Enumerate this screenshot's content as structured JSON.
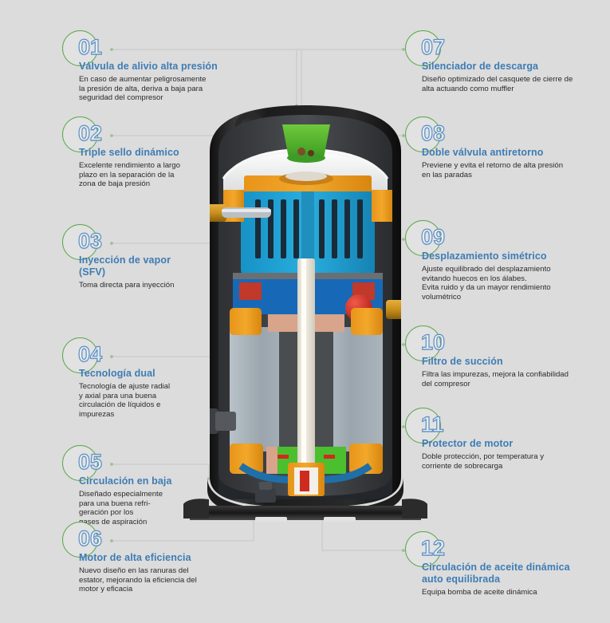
{
  "page": {
    "background_color": "#dcdcdc",
    "accent_title_color": "#3e7cb4",
    "badge_ring_color": "#5aa84a",
    "number_outline_color": "#5b8fc4",
    "leader_line_color": "#c3c3c3"
  },
  "product": {
    "name": "scroll-compressor-cutaway",
    "description": "Corte seccional de compresor scroll"
  },
  "callouts": [
    {
      "number": "01",
      "title": "Válvula de alivio alta presión",
      "body": "En caso de aumentar peligrosamente\nla presión de alta, deriva a baja para\nseguridad del compresor",
      "side": "left"
    },
    {
      "number": "02",
      "title": "Triple sello dinámico",
      "body": "Excelente rendimiento a largo\nplazo en la separación de la\nzona de baja presión",
      "side": "left"
    },
    {
      "number": "03",
      "title": "Inyección de vapor\n(SFV)",
      "body": "Toma directa para inyección",
      "side": "left"
    },
    {
      "number": "04",
      "title": "Tecnología dual",
      "body": "Tecnología de ajuste radial\ny axial para una buena\ncirculación de líquidos e\nimpurezas",
      "side": "left"
    },
    {
      "number": "05",
      "title": "Circulación en baja",
      "body": "Diseñado especialmente\npara una buena refri-\ngeración por los\ngases de aspiración",
      "side": "left"
    },
    {
      "number": "06",
      "title": "Motor de alta eficiencia",
      "body": "Nuevo diseño en las ranuras del\nestator, mejorando la eficiencia del\nmotor y eficacia",
      "side": "left"
    },
    {
      "number": "07",
      "title": "Silenciador de descarga",
      "body": "Diseño optimizado del casquete de cierre de\nalta actuando como muffler",
      "side": "right"
    },
    {
      "number": "08",
      "title": "Doble válvula antiretorno",
      "body": "Previene y evita el retorno de alta presión\nen las paradas",
      "side": "right"
    },
    {
      "number": "09",
      "title": "Desplazamiento simétrico",
      "body": "Ajuste equilibrado del desplazamiento\nevitando huecos en los álabes.\nEvita ruido y da un mayor rendimiento\nvolumétrico",
      "side": "right"
    },
    {
      "number": "10",
      "title": "Filtro de succión",
      "body": "Filtra las impurezas, mejora la confiabilidad\ndel compresor",
      "side": "right"
    },
    {
      "number": "11",
      "title": "Protector de motor",
      "body": "Doble protección, por temperatura y\ncorriente de sobrecarga",
      "side": "right"
    },
    {
      "number": "12",
      "title": "Circulación de aceite dinámica\nauto equilibrada",
      "body": "Equipa bomba de aceite dinámica",
      "side": "right"
    }
  ]
}
